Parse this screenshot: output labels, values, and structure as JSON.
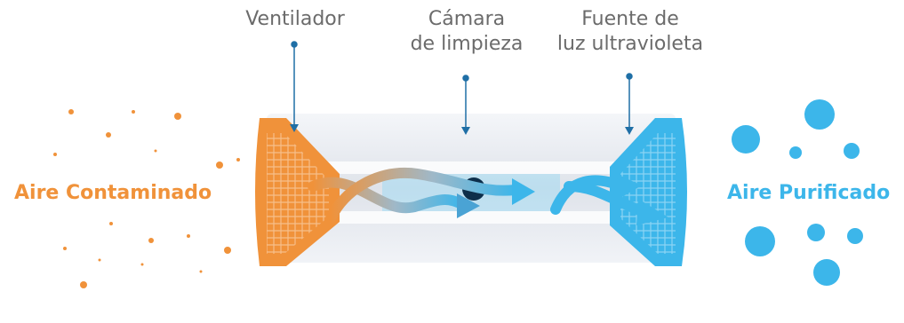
{
  "labels": {
    "fan": "Ventilador",
    "chamber_line1": "Cámara",
    "chamber_line2": "de limpieza",
    "uv_line1": "Fuente de",
    "uv_line2": "luz ultravioleta",
    "dirty_air": "Aire Contaminado",
    "clean_air": "Aire Purificado"
  },
  "colors": {
    "contaminated": "#f0923a",
    "purified": "#3cb6ea",
    "label_text": "#6b6b6b",
    "pointer": "#1f6fa6",
    "tube": "#e3e7ee"
  }
}
